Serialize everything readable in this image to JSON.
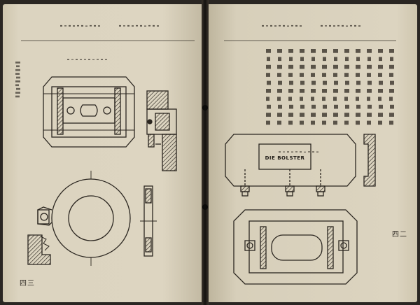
{
  "diagram": {
    "bolster_label": "DIE BOLSTER"
  },
  "page_numbers": {
    "left": "四三",
    "right": "四二"
  }
}
